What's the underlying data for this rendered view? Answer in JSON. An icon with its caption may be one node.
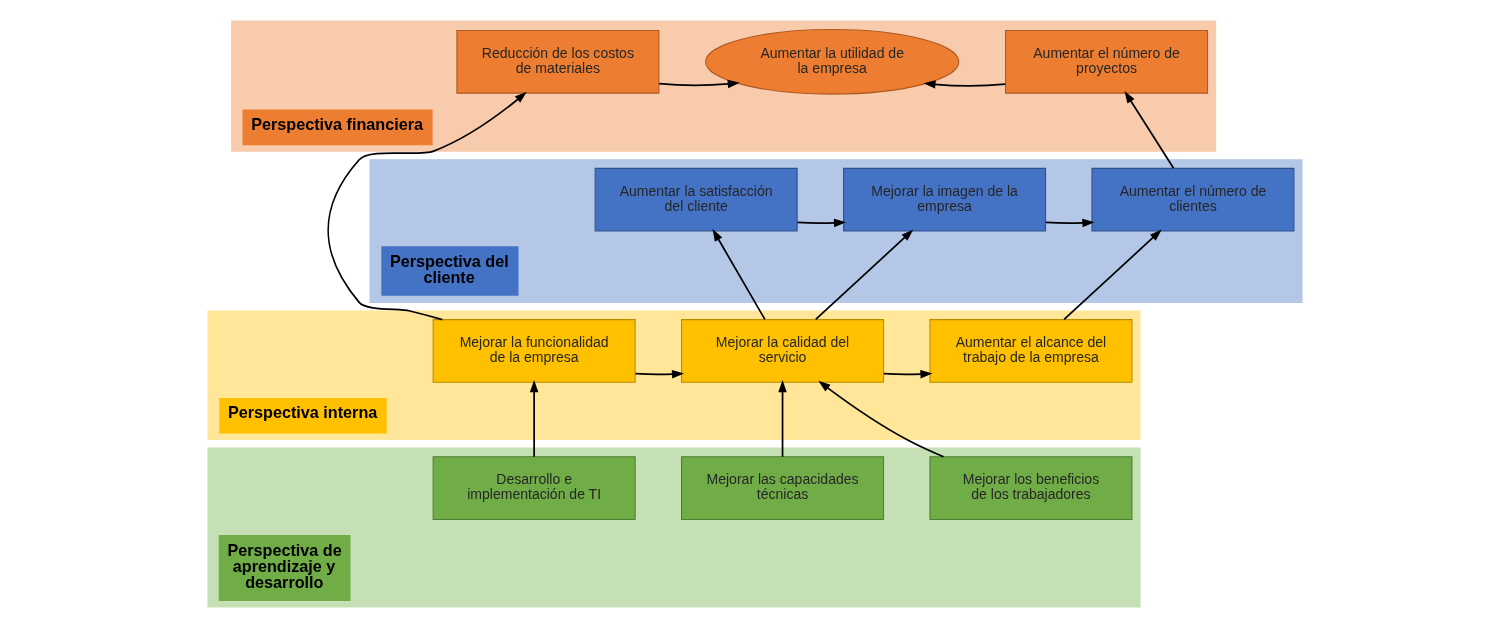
{
  "diagram": {
    "nodes": [
      {
        "text": [
          "Perspectiva financiera"
        ]
      },
      {
        "text": [
          "Reducción de los costos de materiales"
        ],
        "in": 0
      },
      {
        "text": [
          "Aumentar la utilidad de la empresa"
        ],
        "in": 0
      },
      {
        "text": [
          "Aumentar el número de proyectos"
        ],
        "in": 0
      },
      {
        "text": [
          "Perspectiva del cliente"
        ]
      },
      {
        "text": [
          "Aumentar la satisfacción del cliente"
        ],
        "in": 4
      },
      {
        "text": [
          "Mejorar la imagen de la empresa"
        ],
        "in": 4
      },
      {
        "text": [
          "Aumentar el número de clientes"
        ],
        "in": 4
      },
      {
        "text": [
          "Perspectiva interna"
        ]
      },
      {
        "text": [
          "Mejorar la funcionalidad de la empresa"
        ],
        "in": 8
      },
      {
        "text": [
          "Mejorar la calidad del servicio"
        ],
        "in": 8
      },
      {
        "text": [
          "Aumentar el alcance del trabajo de la empresa"
        ],
        "in": 8
      },
      {
        "text": [
          "Perspectiva de aprendizaje y desarrollo"
        ]
      },
      {
        "text": [
          "Desarrollo e implementación de TI"
        ],
        "in": 12
      },
      {
        "text": [
          "Mejorar las capacidades técnicas"
        ],
        "in": 12
      },
      {
        "text": [
          "Mejorar los beneficios de los trabajadores"
        ],
        "in": 12
      }
    ],
    "edges": [
      {
        "from": 1,
        "to": 2,
        "arrow": "to"
      },
      {
        "from": 3,
        "to": 2,
        "arrow": "to"
      },
      {
        "from": 5,
        "to": 6,
        "arrow": "to"
      },
      {
        "from": 6,
        "to": 7,
        "arrow": "to"
      },
      {
        "from": 7,
        "to": 3,
        "arrow": "to"
      },
      {
        "from": 9,
        "to": 1,
        "arrow": "to"
      },
      {
        "from": 9,
        "to": 10,
        "arrow": "to"
      },
      {
        "from": 10,
        "to": 5,
        "arrow": "to"
      },
      {
        "from": 10,
        "to": 6,
        "arrow": "to"
      },
      {
        "from": 10,
        "to": 11,
        "arrow": "to"
      },
      {
        "from": 11,
        "to": 7,
        "arrow": "to"
      },
      {
        "from": 13,
        "to": 9,
        "arrow": "to"
      },
      {
        "from": 14,
        "to": 10,
        "arrow": "to"
      },
      {
        "from": 15,
        "to": 10,
        "arrow": "to"
      }
    ]
  }
}
